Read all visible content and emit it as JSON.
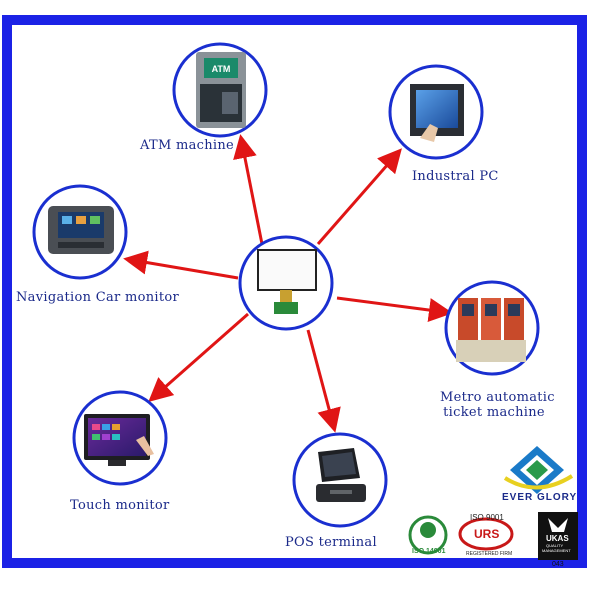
{
  "labels": {
    "atm": "ATM machine",
    "industrial": "Industral PC",
    "navigation": "Navigation Car monitor",
    "metro_line1": "Metro automatic",
    "metro_line2": "ticket machine",
    "touch": "Touch monitor",
    "pos": "POS terminal"
  },
  "screen_icon": {
    "atm": "ATM"
  },
  "logos": {
    "brand": "EVER GLORY",
    "iso14001": "ISO 14001",
    "iso9001": "ISO 9001",
    "urs": "URS",
    "urs_sub": "REGISTERED FIRM",
    "ukas": "UKAS",
    "ukas_sub1": "QUALITY",
    "ukas_sub2": "MANAGEMENT",
    "ukas_num": "043"
  },
  "colors": {
    "frame": "#1b22e6",
    "circle": "#1a2fd0",
    "arrow": "#e01515",
    "label": "#1b2a8a"
  }
}
